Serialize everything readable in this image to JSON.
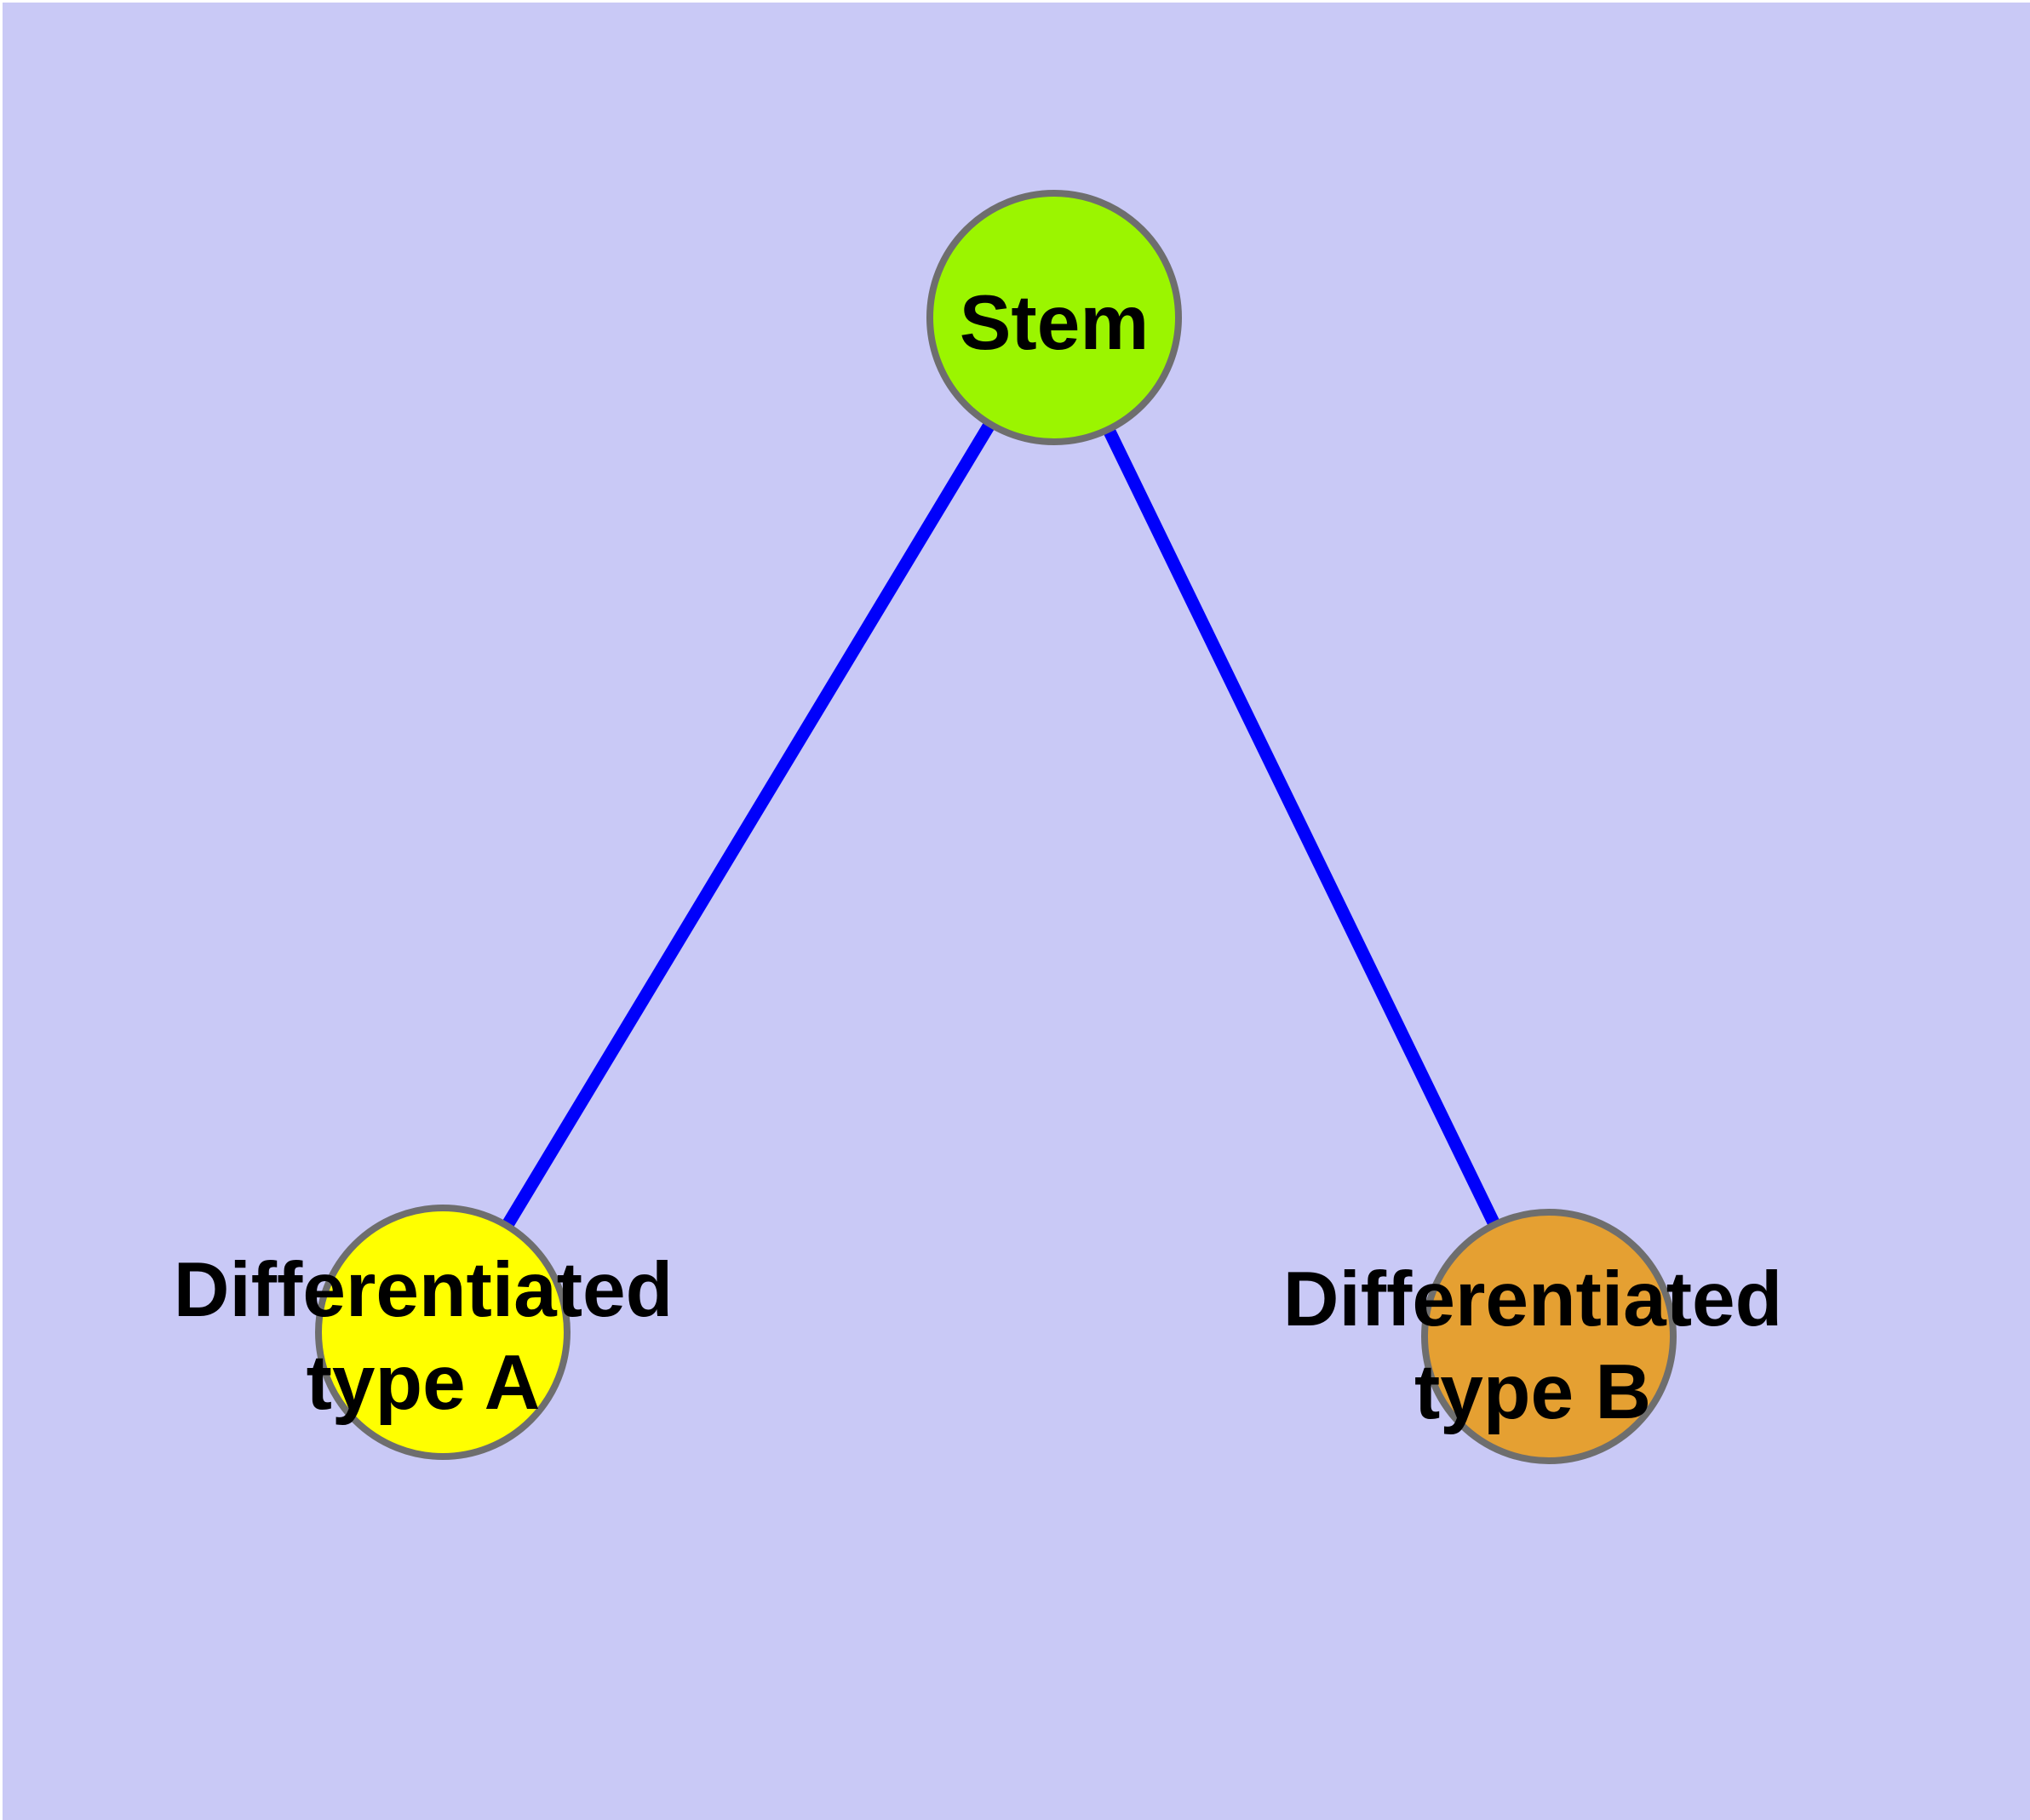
{
  "canvas": {
    "margin_color": "#FFFFFF",
    "background": "#C9C9F6"
  },
  "palette": {
    "node_outline": "#6E6E6E",
    "edge_color": "#0000FB",
    "label_color": "#000000"
  },
  "nodes": [
    {
      "id": "stem",
      "label": "Stem",
      "lines": {
        "line1": "Stem"
      },
      "fill": "#9BF500",
      "stroke": "#6E6E6E"
    },
    {
      "id": "differentiated-type-a",
      "label": "Differentiated type A",
      "lines": {
        "line1": "Differentiated",
        "line2": "type A"
      },
      "fill": "#FFFF00",
      "stroke": "#6E6E6E"
    },
    {
      "id": "differentiated-type-b",
      "label": "Differentiated type B",
      "lines": {
        "line1": "Differentiated",
        "line2": "type B"
      },
      "fill": "#E5A032",
      "stroke": "#6E6E6E"
    }
  ],
  "edges": [
    {
      "from": "stem",
      "to": "differentiated-type-a",
      "color": "#0000FB"
    },
    {
      "from": "stem",
      "to": "differentiated-type-b",
      "color": "#0000FB"
    }
  ]
}
